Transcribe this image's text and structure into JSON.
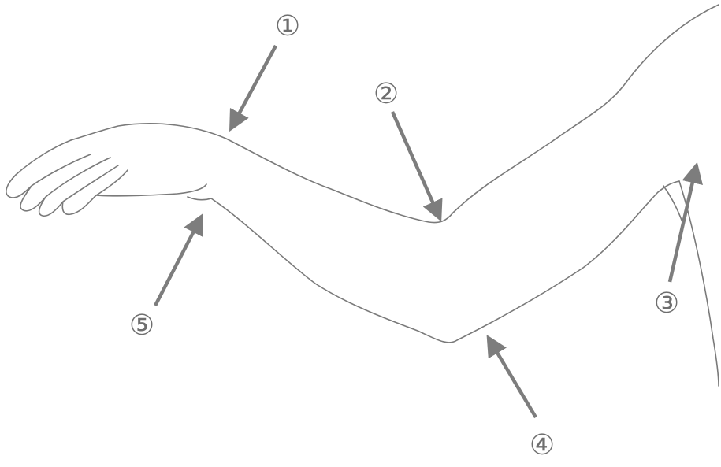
{
  "colors": {
    "line": "#7a7a7a",
    "arrow": "#7d7d7d",
    "label": "#6e6e6e",
    "background": "#ffffff"
  },
  "markers": [
    {
      "id": "1",
      "label": "①"
    },
    {
      "id": "2",
      "label": "②"
    },
    {
      "id": "3",
      "label": "③"
    },
    {
      "id": "4",
      "label": "④"
    },
    {
      "id": "5",
      "label": "⑤"
    }
  ]
}
